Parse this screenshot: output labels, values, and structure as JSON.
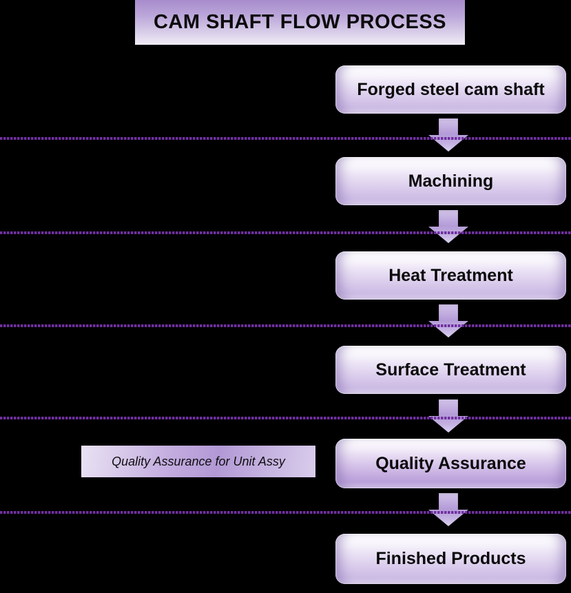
{
  "title": "CAM SHAFT FLOW PROCESS",
  "flow": {
    "steps": [
      {
        "label": "Forged steel cam shaft"
      },
      {
        "label": "Machining"
      },
      {
        "label": "Heat Treatment"
      },
      {
        "label": "Surface Treatment"
      },
      {
        "label": "Quality Assurance"
      },
      {
        "label": "Finished Products"
      }
    ],
    "side_note": {
      "label": "Quality Assurance for Unit Assy"
    },
    "connector_icon": "down-block-arrow-icon",
    "separator_style": "dotted-horizontal-line",
    "separator_count": 5
  },
  "colors": {
    "background": "#000000",
    "separator_purple": "#7030A0",
    "arrow_purple": "#B49BD8",
    "box_gradient_top": "#FFFFFF",
    "box_gradient_bottom": "#CBB9E4",
    "title_gradient_top": "#A78CCC",
    "title_gradient_bottom": "#F0ECF7",
    "text": "#000000"
  }
}
